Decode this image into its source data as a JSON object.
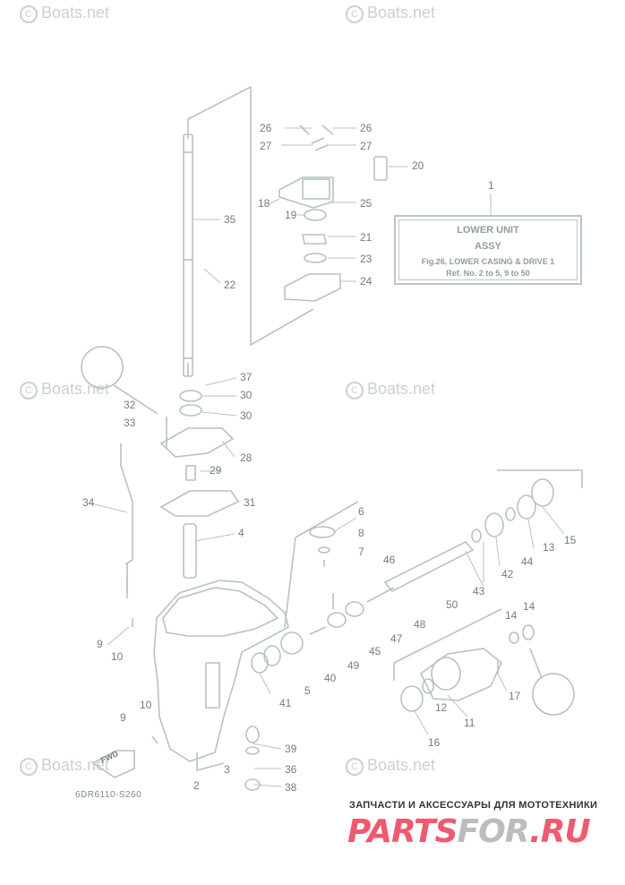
{
  "watermarks": [
    "Boats.net",
    "Boats.net",
    "Boats.net",
    "Boats.net",
    "Boats.net",
    "Boats.net"
  ],
  "info_box": {
    "title": "LOWER UNIT",
    "subtitle": "ASSY",
    "line1": "Fig.26, LOWER CASING & DRIVE 1",
    "line2": "Ref. No. 2 to 5, 9 to 50",
    "ref": "1"
  },
  "part_code": "6DR6110-S260",
  "fwd_label": "FWD",
  "callouts": [
    "26",
    "26",
    "27",
    "27",
    "20",
    "18",
    "19",
    "25",
    "35",
    "21",
    "23",
    "22",
    "24",
    "37",
    "32",
    "30",
    "33",
    "30",
    "28",
    "29",
    "34",
    "31",
    "4",
    "6",
    "8",
    "7",
    "46",
    "50",
    "43",
    "42",
    "44",
    "13",
    "15",
    "9",
    "10",
    "49",
    "45",
    "47",
    "48",
    "14",
    "14",
    "41",
    "5",
    "40",
    "17",
    "12",
    "11",
    "16",
    "10",
    "9",
    "3",
    "39",
    "36",
    "38",
    "2"
  ],
  "footer": {
    "caption": "ЗАПЧАСТИ И АКСЕССУАРЫ ДЛЯ МОТОТЕХНИКИ",
    "logo_a": "PARTS",
    "logo_b": "FOR",
    "logo_c": ".RU"
  }
}
